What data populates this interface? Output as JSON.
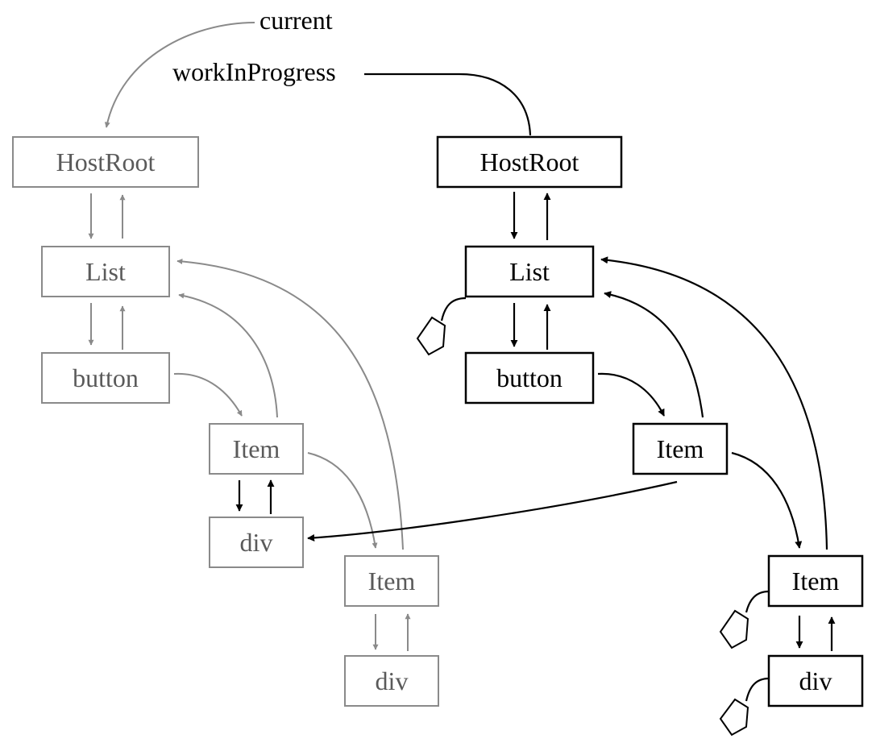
{
  "pointers": {
    "current": "current",
    "work_in_progress": "workInProgress"
  },
  "current_tree": {
    "host_root": "HostRoot",
    "list": "List",
    "button": "button",
    "item_1": "Item",
    "div_1": "div",
    "item_2": "Item",
    "div_2": "div"
  },
  "work_in_progress_tree": {
    "host_root": "HostRoot",
    "list": "List",
    "button": "button",
    "item_1": "Item",
    "item_2": "Item",
    "div_2": "div"
  },
  "colors": {
    "current_tree": "#8a8a8a",
    "current_text": "#5a5a5a",
    "work_in_progress_tree": "#000000"
  }
}
